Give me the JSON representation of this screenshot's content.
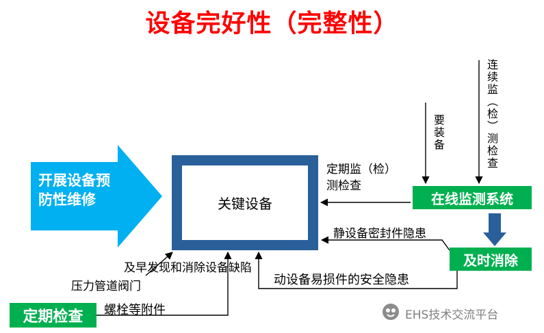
{
  "title": "设备完好性（完整性）",
  "colors": {
    "title_red": "#FF0000",
    "process_arrow_blue": "#00B0F0",
    "equipment_border_blue": "#2A6099",
    "node_green": "#00B050",
    "watermark_gray": "#808080"
  },
  "nodes": {
    "prevent_maintenance": "开展设备预防性维修",
    "key_equipment": "关键设备",
    "online_monitoring": "在线监测系统",
    "timely_elimination": "及时消除",
    "periodic_inspection": "定期检查"
  },
  "labels": {
    "continuous_monitoring": "连续监（检）测检查",
    "equip_required": "要装备",
    "periodic_monitoring": "定期监（检）测检查",
    "static_seal_hazard": "静设备密封件隐患",
    "early_detection": "及早发现和消除设备缺陷",
    "dynamic_wear_hazard": "动设备易损件的安全隐患",
    "pressure_pipe_valve": "压力管道阀门",
    "bolt_accessories": "螺栓等附件"
  },
  "watermark": {
    "text": "EHS技术交流平台"
  }
}
